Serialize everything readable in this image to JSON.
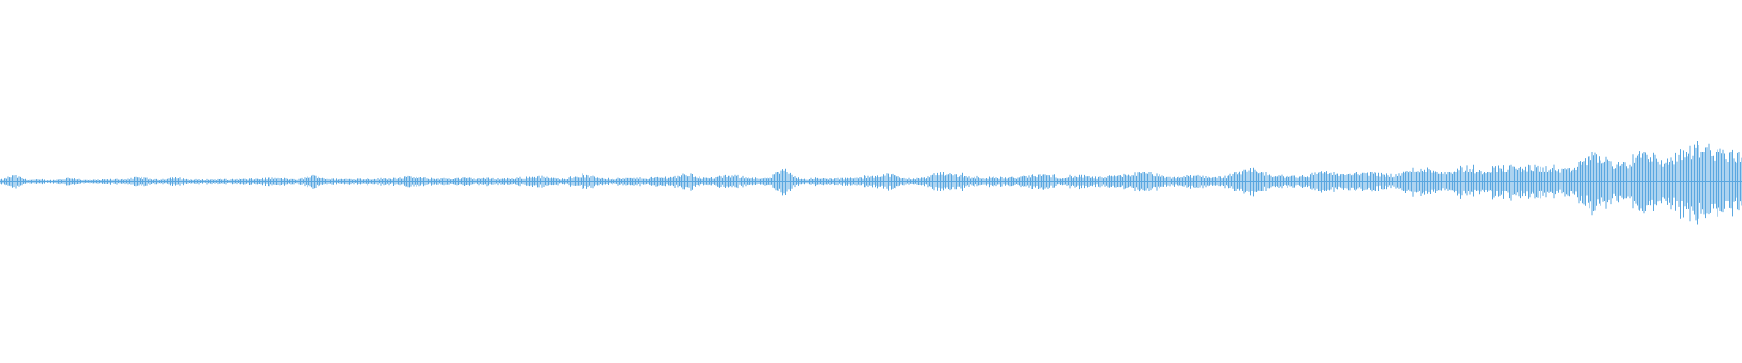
{
  "waveform": {
    "color": "#5aa7e0",
    "background": "#ffffff",
    "amplitude_profile": [
      [
        0.0,
        0.05
      ],
      [
        0.008,
        0.12
      ],
      [
        0.016,
        0.05
      ],
      [
        0.03,
        0.04
      ],
      [
        0.04,
        0.08
      ],
      [
        0.05,
        0.04
      ],
      [
        0.07,
        0.06
      ],
      [
        0.08,
        0.09
      ],
      [
        0.09,
        0.05
      ],
      [
        0.1,
        0.09
      ],
      [
        0.11,
        0.05
      ],
      [
        0.14,
        0.06
      ],
      [
        0.16,
        0.08
      ],
      [
        0.17,
        0.05
      ],
      [
        0.18,
        0.12
      ],
      [
        0.19,
        0.06
      ],
      [
        0.22,
        0.07
      ],
      [
        0.235,
        0.1
      ],
      [
        0.25,
        0.07
      ],
      [
        0.27,
        0.08
      ],
      [
        0.29,
        0.07
      ],
      [
        0.31,
        0.11
      ],
      [
        0.32,
        0.07
      ],
      [
        0.335,
        0.12
      ],
      [
        0.35,
        0.07
      ],
      [
        0.37,
        0.08
      ],
      [
        0.385,
        0.1
      ],
      [
        0.395,
        0.15
      ],
      [
        0.405,
        0.08
      ],
      [
        0.42,
        0.12
      ],
      [
        0.44,
        0.07
      ],
      [
        0.45,
        0.24
      ],
      [
        0.46,
        0.07
      ],
      [
        0.48,
        0.07
      ],
      [
        0.49,
        0.08
      ],
      [
        0.51,
        0.15
      ],
      [
        0.52,
        0.07
      ],
      [
        0.53,
        0.08
      ],
      [
        0.54,
        0.18
      ],
      [
        0.55,
        0.14
      ],
      [
        0.56,
        0.09
      ],
      [
        0.58,
        0.09
      ],
      [
        0.6,
        0.14
      ],
      [
        0.61,
        0.09
      ],
      [
        0.62,
        0.12
      ],
      [
        0.63,
        0.09
      ],
      [
        0.66,
        0.18
      ],
      [
        0.67,
        0.09
      ],
      [
        0.685,
        0.12
      ],
      [
        0.7,
        0.1
      ],
      [
        0.72,
        0.25
      ],
      [
        0.73,
        0.12
      ],
      [
        0.75,
        0.12
      ],
      [
        0.76,
        0.22
      ],
      [
        0.77,
        0.14
      ],
      [
        0.785,
        0.18
      ],
      [
        0.8,
        0.14
      ],
      [
        0.815,
        0.28
      ],
      [
        0.83,
        0.2
      ],
      [
        0.84,
        0.3
      ],
      [
        0.85,
        0.22
      ],
      [
        0.86,
        0.3
      ],
      [
        0.88,
        0.3
      ],
      [
        0.9,
        0.24
      ],
      [
        0.915,
        0.55
      ],
      [
        0.93,
        0.35
      ],
      [
        0.945,
        0.62
      ],
      [
        0.955,
        0.4
      ],
      [
        0.965,
        0.6
      ],
      [
        0.975,
        0.75
      ],
      [
        0.985,
        0.65
      ],
      [
        1.0,
        0.55
      ]
    ]
  }
}
